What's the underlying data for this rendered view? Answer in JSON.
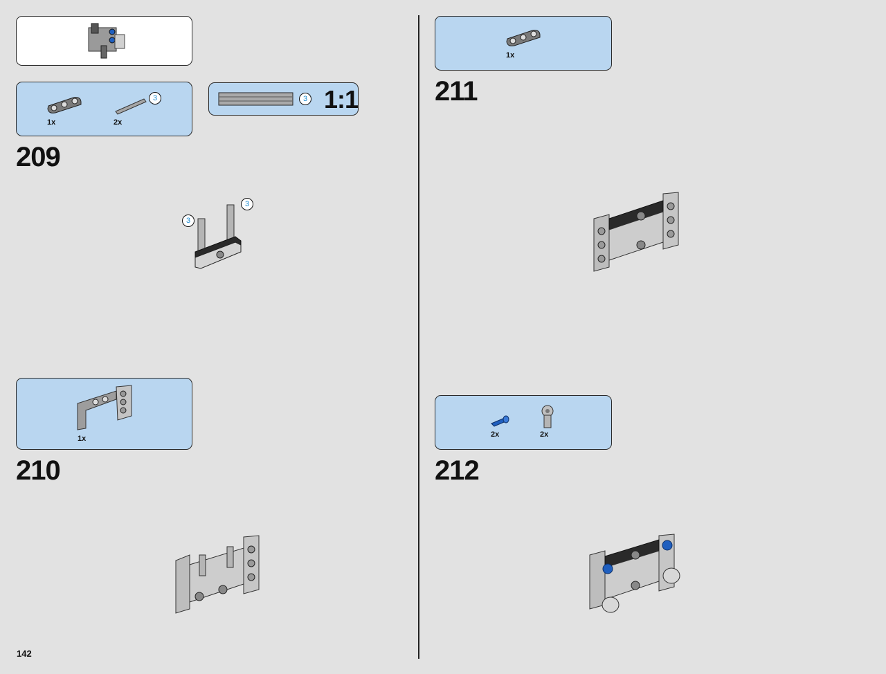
{
  "page": {
    "number": "142"
  },
  "steps": [
    {
      "number": "209",
      "parts": [
        {
          "qty": "1x"
        },
        {
          "qty": "2x"
        }
      ],
      "axle_length": "3",
      "scale": "1:1",
      "callouts": [
        "3",
        "3"
      ]
    },
    {
      "number": "210",
      "parts": [
        {
          "qty": "1x"
        }
      ]
    },
    {
      "number": "211",
      "parts": [
        {
          "qty": "1x"
        }
      ]
    },
    {
      "number": "212",
      "parts": [
        {
          "qty": "2x"
        },
        {
          "qty": "2x"
        }
      ]
    }
  ],
  "colors": {
    "background": "#e2e2e2",
    "parts_panel": "#b9d6f0",
    "callout_text": "#1a8ad0",
    "pin_blue": "#1f5fbf"
  }
}
